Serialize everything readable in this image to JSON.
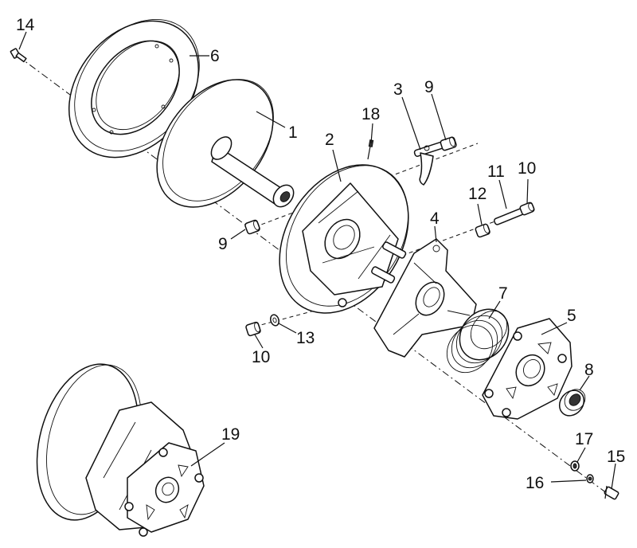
{
  "diagram": {
    "callouts": [
      {
        "id": "c14",
        "label": "14"
      },
      {
        "id": "c6",
        "label": "6"
      },
      {
        "id": "c1",
        "label": "1"
      },
      {
        "id": "c3",
        "label": "3"
      },
      {
        "id": "c9a",
        "label": "9"
      },
      {
        "id": "c18",
        "label": "18"
      },
      {
        "id": "c2",
        "label": "2"
      },
      {
        "id": "c11",
        "label": "11"
      },
      {
        "id": "c10a",
        "label": "10"
      },
      {
        "id": "c12",
        "label": "12"
      },
      {
        "id": "c9b",
        "label": "9"
      },
      {
        "id": "c4",
        "label": "4"
      },
      {
        "id": "c7",
        "label": "7"
      },
      {
        "id": "c5",
        "label": "5"
      },
      {
        "id": "c8",
        "label": "8"
      },
      {
        "id": "c10b",
        "label": "10"
      },
      {
        "id": "c13",
        "label": "13"
      },
      {
        "id": "c19",
        "label": "19"
      },
      {
        "id": "c17",
        "label": "17"
      },
      {
        "id": "c15",
        "label": "15"
      },
      {
        "id": "c16",
        "label": "16"
      }
    ]
  }
}
